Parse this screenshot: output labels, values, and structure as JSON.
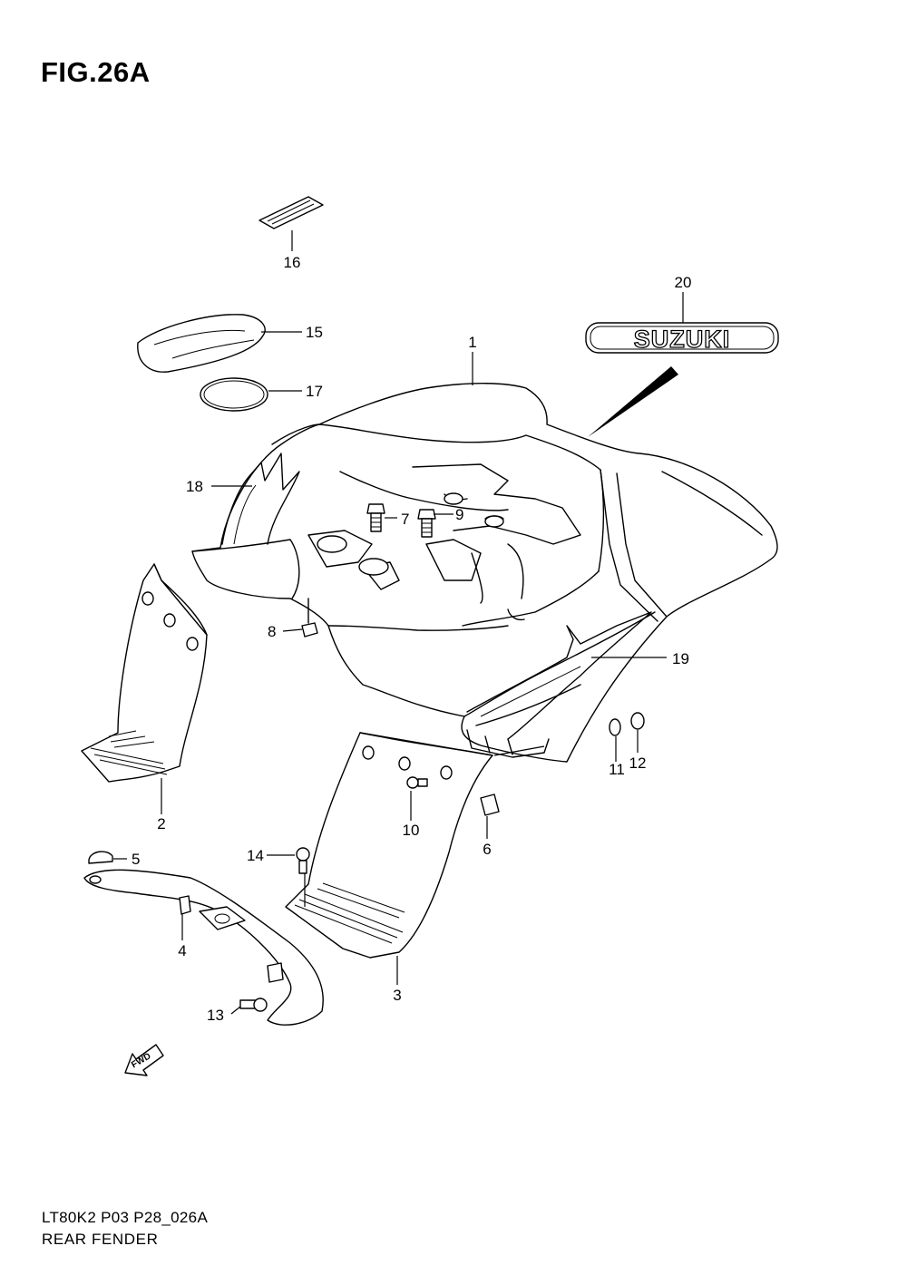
{
  "figure": {
    "title": "FIG.26A",
    "code": "LT80K2 P03 P28_026A",
    "name": "REAR FENDER"
  },
  "emblem_text": "SUZUKI",
  "fwd_label": "FWD",
  "callouts": [
    "1",
    "2",
    "3",
    "4",
    "5",
    "6",
    "7",
    "8",
    "9",
    "10",
    "11",
    "12",
    "13",
    "14",
    "15",
    "16",
    "17",
    "18",
    "19",
    "20"
  ]
}
